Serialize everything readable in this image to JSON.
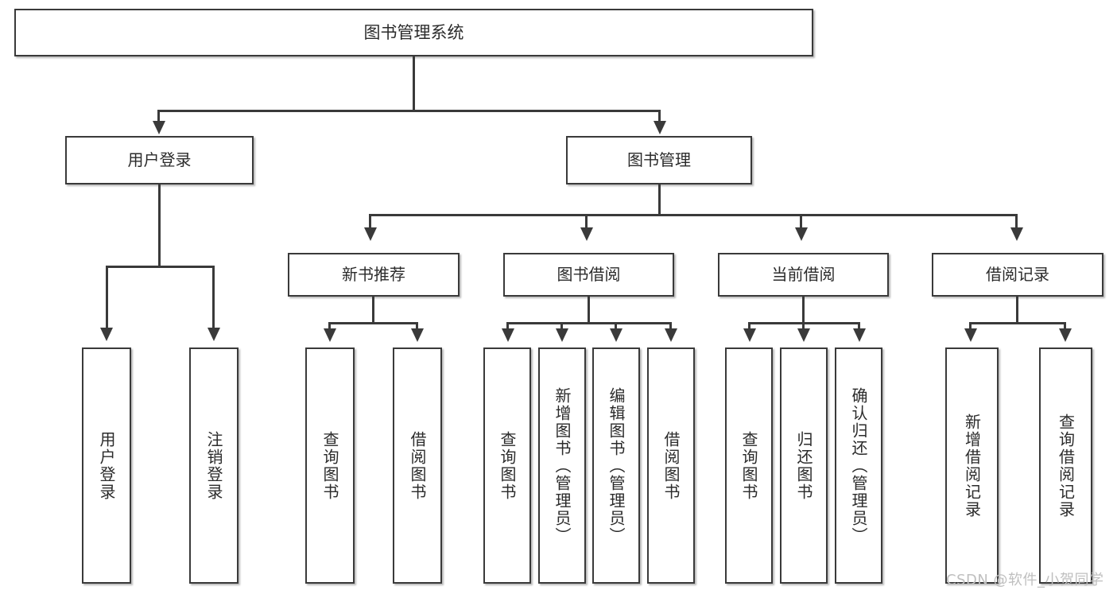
{
  "diagram": {
    "title": "图书管理系统",
    "type": "tree-hierarchy",
    "watermark": "CSDN @软件_小贺同学",
    "colors": {
      "box_border": "#3a3a3a",
      "box_fill": "#ffffff",
      "text": "#2b2b2b",
      "connector": "#3a3a3a",
      "watermark": "#bfbfbf",
      "background": "#ffffff"
    },
    "root": {
      "label": "图书管理系统"
    },
    "level1": [
      {
        "label": "用户登录"
      },
      {
        "label": "图书管理"
      }
    ],
    "level2": [
      {
        "label": "新书推荐"
      },
      {
        "label": "图书借阅"
      },
      {
        "label": "当前借阅"
      },
      {
        "label": "借阅记录"
      }
    ],
    "leaves": {
      "user_login": [
        {
          "label": "用户登录"
        },
        {
          "label": "注销登录"
        }
      ],
      "new_book_recommend": [
        {
          "label": "查询图书"
        },
        {
          "label": "借阅图书"
        }
      ],
      "book_borrow": [
        {
          "label": "查询图书"
        },
        {
          "label": "新增图书（管理员）"
        },
        {
          "label": "编辑图书（管理员）"
        },
        {
          "label": "借阅图书"
        }
      ],
      "current_borrow": [
        {
          "label": "查询图书"
        },
        {
          "label": "归还图书"
        },
        {
          "label": "确认归还（管理员）"
        }
      ],
      "borrow_records": [
        {
          "label": "新增借阅记录"
        },
        {
          "label": "查询借阅记录"
        }
      ]
    }
  }
}
